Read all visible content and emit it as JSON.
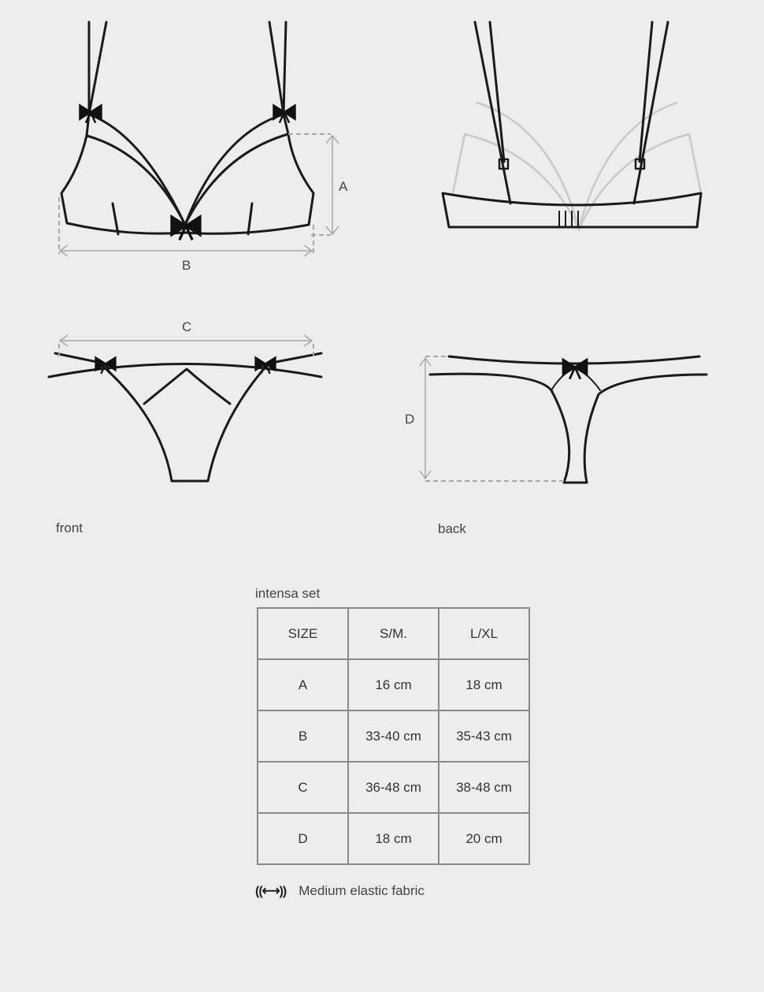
{
  "diagram": {
    "measure_labels": {
      "a": "A",
      "b": "B",
      "c": "C",
      "d": "D"
    },
    "view_labels": {
      "front": "front",
      "back": "back"
    }
  },
  "size_table": {
    "title": "intensa set",
    "headers": [
      "SIZE",
      "S/M.",
      "L/XL"
    ],
    "rows": [
      [
        "A",
        "16 cm",
        "18 cm"
      ],
      [
        "B",
        "33-40 cm",
        "35-43 cm"
      ],
      [
        "C",
        "36-48 cm",
        "38-48 cm"
      ],
      [
        "D",
        "18 cm",
        "20 cm"
      ]
    ]
  },
  "legend": {
    "icon": "elastic-arrows-icon",
    "symbol": "((⟷))",
    "text": "Medium elastic fabric"
  }
}
